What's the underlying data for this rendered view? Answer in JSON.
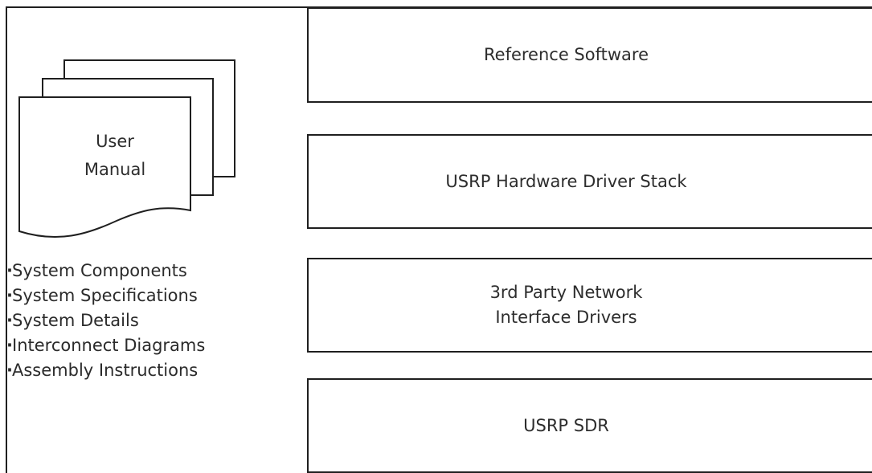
{
  "diagram": {
    "layers": [
      {
        "id": "reference-software",
        "label": "Reference Software"
      },
      {
        "id": "uhd-stack",
        "label": "USRP Hardware Driver Stack"
      },
      {
        "id": "network-drivers",
        "label": "3rd Party Network\nInterface Drivers"
      },
      {
        "id": "usrp-sdr",
        "label": "USRP SDR"
      }
    ],
    "manual": {
      "icon": "stacked-document-icon",
      "title_line1": "User",
      "title_line2": "Manual",
      "bullet": "·",
      "contents": [
        "System Components",
        "System Specifications",
        "System Details",
        "Interconnect Diagrams",
        "Assembly Instructions"
      ]
    },
    "colors": {
      "stroke": "#1f1f1f",
      "text": "#2b2b2b",
      "background": "#ffffff"
    }
  }
}
